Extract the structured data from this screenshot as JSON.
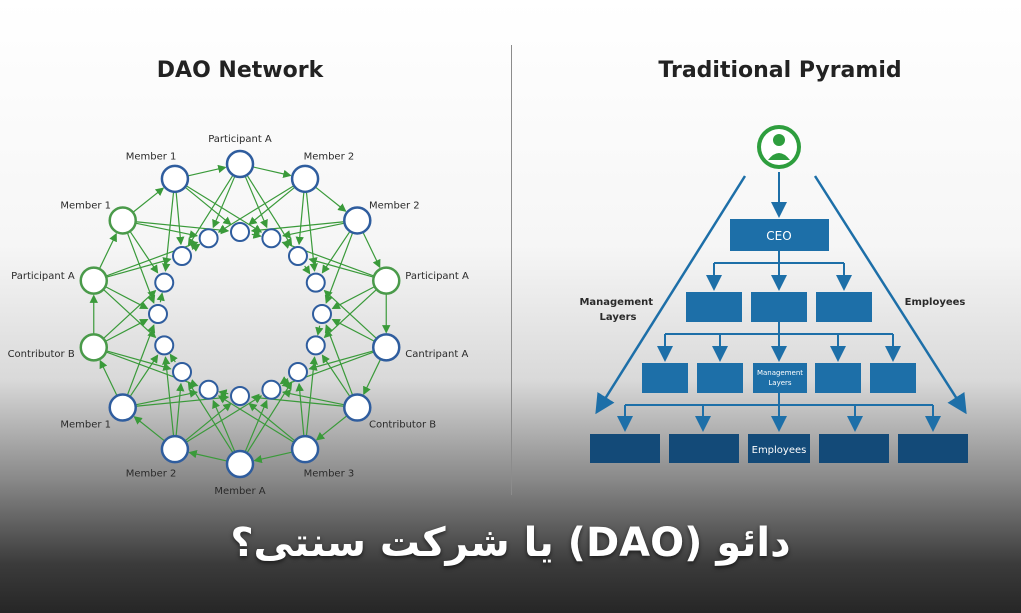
{
  "dao_network": {
    "title": "DAO Network",
    "outer_labels": [
      "Participant A",
      "Member 2",
      "Member 2",
      "Participant A",
      "Cantripant A",
      "Contributor B",
      "Member 3",
      "Member A",
      "Member 2",
      "Member 1",
      "Contributor B",
      "Participant A",
      "Member 1",
      "Member 1"
    ],
    "colors": {
      "blue_node": "#2f5d9e",
      "green_node": "#4a9a4a",
      "edge": "#3a9a3a",
      "node_fill": "#ffffff"
    }
  },
  "traditional_pyramid": {
    "title": "Traditional Pyramid",
    "ceo_icon": "person-icon",
    "ceo_label": "CEO",
    "management_label": "Management\nLayers",
    "inner_management_label": "Management\nLayers",
    "employees_side_label": "Employees",
    "employees_box_label": "Employees",
    "colors": {
      "box": "#1d6fa8",
      "dark_box": "#134a78",
      "icon_ring": "#2e9e3e",
      "connector": "#1d6fa8"
    }
  },
  "caption": "دائو (DAO) یا شرکت سنتی؟"
}
